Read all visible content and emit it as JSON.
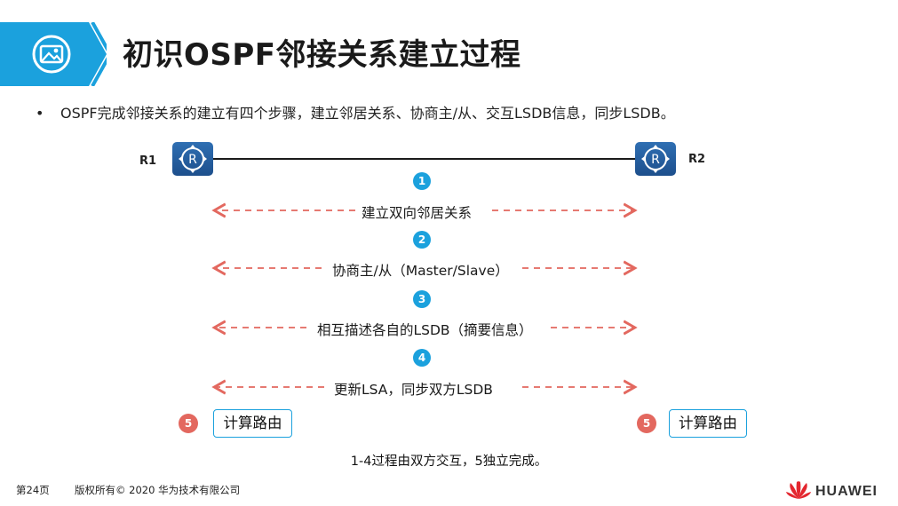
{
  "header": {
    "title": "初识OSPF邻接关系建立过程"
  },
  "bullet_text": "OSPF完成邻接关系的建立有四个步骤，建立邻居关系、协商主/从、交互LSDB信息，同步LSDB。",
  "routers": {
    "left_label": "R1",
    "right_label": "R2"
  },
  "steps": [
    {
      "number": "1",
      "text": "建立双向邻居关系"
    },
    {
      "number": "2",
      "text": "协商主/从（Master/Slave）"
    },
    {
      "number": "3",
      "text": "相互描述各自的LSDB（摘要信息）"
    },
    {
      "number": "4",
      "text": "更新LSA，同步双方LSDB"
    }
  ],
  "step5": {
    "number": "5",
    "left_box": "计算路由",
    "right_box": "计算路由"
  },
  "summary": "1-4过程由双方交互，5独立完成。",
  "footer": {
    "page": "第24页",
    "copyright": "版权所有© 2020 华为技术有限公司",
    "brand": "HUAWEI"
  },
  "colors": {
    "banner": "#1ba1dd",
    "step_circle": "#1ba1dd",
    "step5_circle": "#e3685f",
    "arrow": "#e3685f",
    "router": "#1d4f8c"
  }
}
